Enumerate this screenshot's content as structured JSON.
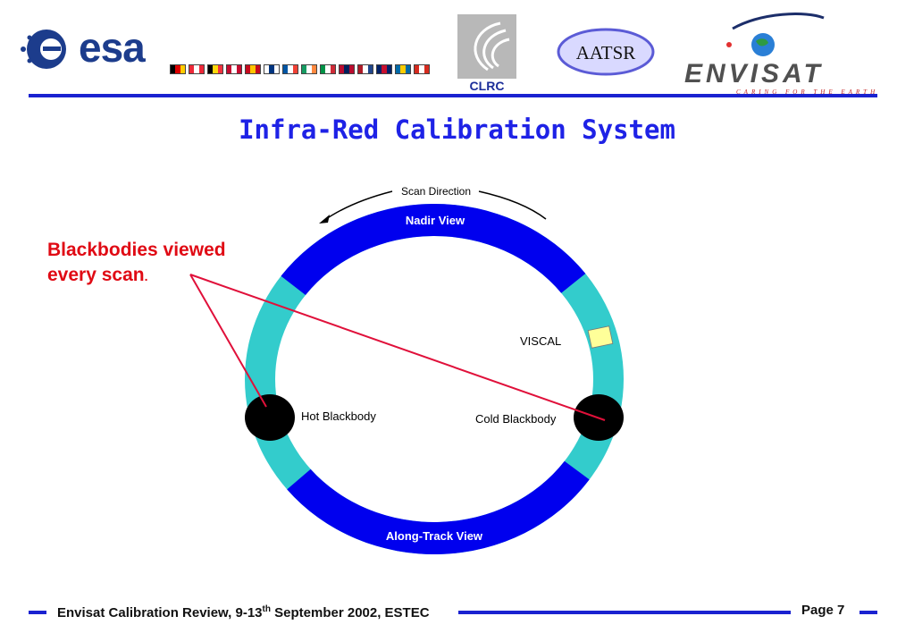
{
  "header": {
    "esa_logo_text": "esa",
    "clrc_logo_text": "CLRC",
    "aatsr_logo_text": "AATSR",
    "envisat_logo_text": "ENVISAT",
    "envisat_tagline": "CARING FOR THE EARTH",
    "flag_colors": [
      [
        "#000000",
        "#dd0000",
        "#ffcc00"
      ],
      [
        "#ed2939",
        "#ffffff",
        "#ed2939"
      ],
      [
        "#000000",
        "#ffd90c",
        "#ef3340"
      ],
      [
        "#c60c30",
        "#ffffff",
        "#c60c30"
      ],
      [
        "#c60b1e",
        "#ffc400",
        "#c60b1e"
      ],
      [
        "#ffffff",
        "#003580",
        "#ffffff"
      ],
      [
        "#0055a4",
        "#ffffff",
        "#ef4135"
      ],
      [
        "#169b62",
        "#ffffff",
        "#ff883e"
      ],
      [
        "#009246",
        "#ffffff",
        "#ce2b37"
      ],
      [
        "#ba0c2f",
        "#00205b",
        "#ba0c2f"
      ],
      [
        "#ae1c28",
        "#ffffff",
        "#21468b"
      ],
      [
        "#012169",
        "#c8102e",
        "#012169"
      ],
      [
        "#006aa7",
        "#fecc00",
        "#006aa7"
      ],
      [
        "#d52b1e",
        "#ffffff",
        "#d52b1e"
      ]
    ]
  },
  "title": "Infra-Red Calibration System",
  "callout": {
    "line1": "Blackbodies viewed",
    "line2": "every scan",
    "line2_suffix": "."
  },
  "diagram": {
    "scan_direction_label": "Scan Direction",
    "nadir_view_label": "Nadir View",
    "along_track_view_label": "Along-Track View",
    "viscal_label": "VISCAL",
    "hot_blackbody_label": "Hot Blackbody",
    "cold_blackbody_label": "Cold Blackbody",
    "colors": {
      "ring": "#33cccc",
      "view_segment": "#0000ee",
      "blackbody": "#000000",
      "viscal": "#ffff99",
      "pointer": "#e0103a"
    }
  },
  "footer": {
    "text_before": "Envisat Calibration Review, 9-13",
    "superscript": "th",
    "text_after": " September 2002,  ESTEC",
    "page_label": "Page 7"
  }
}
